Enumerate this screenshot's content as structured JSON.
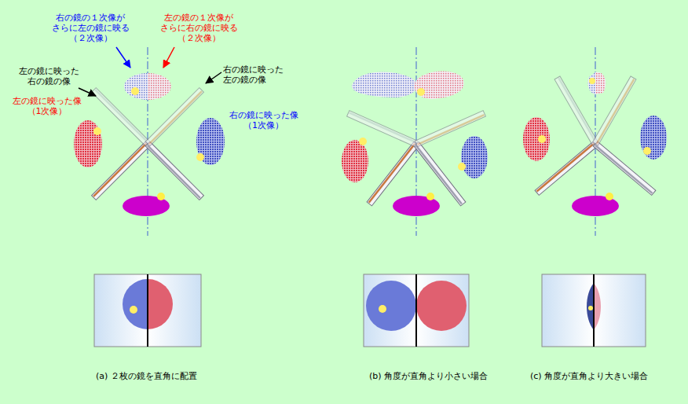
{
  "diagram": {
    "labels": [
      "右の鏡の１次像が さらに左の鏡に映る （２次像）",
      "左の鏡の１次像が さらに右の鏡に映る （２次像）",
      "左の鏡に映った 右の鏡の像",
      "右の鏡に映った 左の鏡の像",
      "左の鏡に映った像 （1次像）",
      "右の鏡に映った像 （1次像）",
      "(a) ２枚の鏡を直角に配置",
      "(b) 角度が直角より小さい場合",
      "(c) 角度が直角より大きい場合"
    ]
  }
}
